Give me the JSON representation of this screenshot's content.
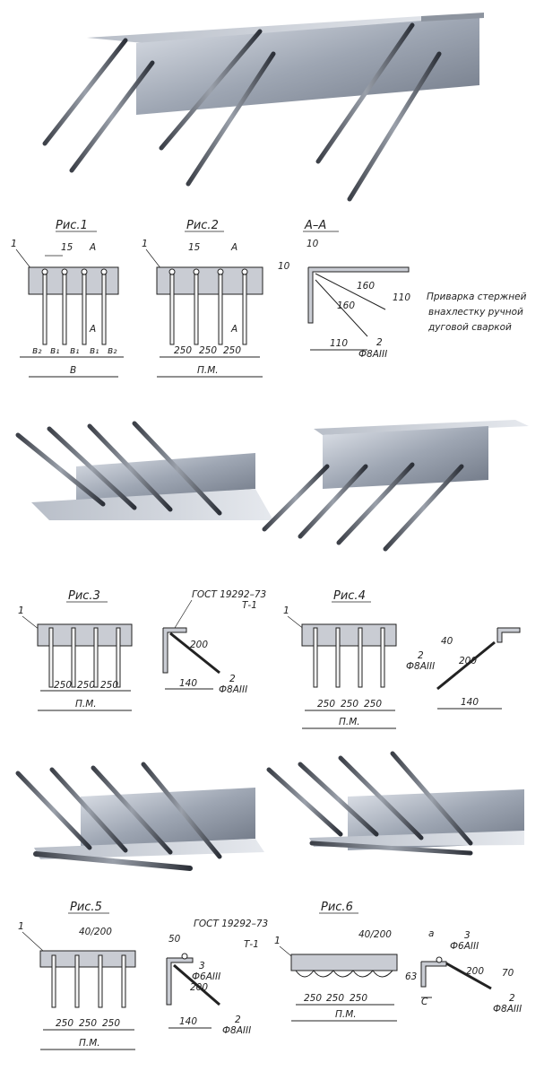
{
  "figures": {
    "fig1": {
      "title": "Рис.1",
      "item": "1",
      "dim15": "15",
      "section": "A",
      "b1": "в₁",
      "b2": "в₂",
      "B": "В"
    },
    "fig2": {
      "title": "Рис.2",
      "item": "1",
      "dim15": "15",
      "section": "A",
      "pitch": "250",
      "length": "П.М."
    },
    "sectionAA": {
      "title": "А–А",
      "dim10": "10",
      "dim160": "160",
      "dim110": "110",
      "item2": "2",
      "rebar": "Ф8AIII"
    },
    "fig3": {
      "title": "Рис.3",
      "item": "1",
      "pitch": "250",
      "length": "П.М."
    },
    "fig3s": {
      "gost": "ГОСТ 19292–73",
      "type": "Т-1",
      "dim200": "200",
      "dim140": "140",
      "item2": "2",
      "rebar": "Ф8AIII"
    },
    "fig4": {
      "title": "Рис.4",
      "item": "1",
      "pitch": "250",
      "length": "П.М."
    },
    "fig4s": {
      "dim40": "40",
      "dim200": "200",
      "dim140": "140",
      "item2": "2",
      "rebar": "Ф8AIII"
    },
    "fig5": {
      "title": "Рис.5",
      "item": "1",
      "weld": "40/200",
      "pitch": "250",
      "length": "П.М."
    },
    "fig5s": {
      "gost": "ГОСТ 19292–73",
      "type": "Т-1",
      "dim50": "50",
      "item3": "3",
      "rebar3": "Ф6AIII",
      "dim200": "200",
      "dim140": "140",
      "item2": "2",
      "rebar2": "Ф8AIII"
    },
    "fig6": {
      "title": "Рис.6",
      "item": "1",
      "weld": "40/200",
      "pitch": "250",
      "length": "П.М."
    },
    "fig6s": {
      "dimA": "а",
      "item3": "3",
      "rebar3": "Ф6AIII",
      "dim63": "63",
      "dim200": "200",
      "dim70": "70",
      "dimC": "С",
      "item2": "2",
      "rebar2": "Ф8AIII"
    }
  },
  "note": {
    "line1": "Приварка стержней",
    "line2": "внахлестку ручной",
    "line3": "дуговой сваркой"
  }
}
